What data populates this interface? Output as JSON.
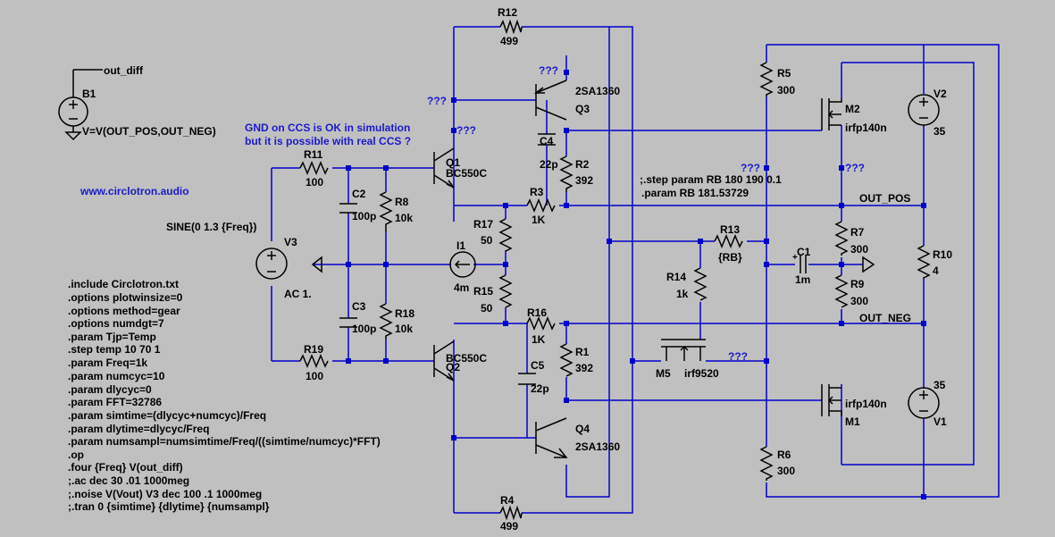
{
  "components": {
    "R12": {
      "name": "R12",
      "value": "499"
    },
    "R4": {
      "name": "R4",
      "value": "499"
    },
    "R11": {
      "name": "R11",
      "value": "100"
    },
    "R19": {
      "name": "R19",
      "value": "100"
    },
    "R8": {
      "name": "R8",
      "value": "10k"
    },
    "R18": {
      "name": "R18",
      "value": "10k"
    },
    "R17": {
      "name": "R17",
      "value": "50"
    },
    "R15": {
      "name": "R15",
      "value": "50"
    },
    "R3": {
      "name": "R3",
      "value": "1K"
    },
    "R16": {
      "name": "R16",
      "value": "1K"
    },
    "R2": {
      "name": "R2",
      "value": "392"
    },
    "R1": {
      "name": "R1",
      "value": "392"
    },
    "R13": {
      "name": "R13",
      "value": "{RB}"
    },
    "R14": {
      "name": "R14",
      "value": "1k"
    },
    "R5": {
      "name": "R5",
      "value": "300"
    },
    "R6": {
      "name": "R6",
      "value": "300"
    },
    "R7": {
      "name": "R7",
      "value": "300"
    },
    "R9": {
      "name": "R9",
      "value": "300"
    },
    "R10": {
      "name": "R10",
      "value": "4"
    },
    "C2": {
      "name": "C2",
      "value": "100p"
    },
    "C3": {
      "name": "C3",
      "value": "100p"
    },
    "C4": {
      "name": "C4",
      "value": "22p"
    },
    "C5": {
      "name": "C5",
      "value": "22p"
    },
    "C1": {
      "name": "C1",
      "value": "1m"
    },
    "Q1": {
      "name": "Q1",
      "model": "BC550C"
    },
    "Q2": {
      "name": "Q2",
      "model": "BC550C"
    },
    "Q3": {
      "name": "Q3",
      "model": "2SA1360"
    },
    "Q4": {
      "name": "Q4",
      "model": "2SA1360"
    },
    "M1": {
      "name": "M1",
      "model": "irfp140n"
    },
    "M2": {
      "name": "M2",
      "model": "irfp140n"
    },
    "M5": {
      "name": "M5",
      "model": "irf9520"
    },
    "V1": {
      "name": "V1",
      "value": "35"
    },
    "V2": {
      "name": "V2",
      "value": "35"
    },
    "V3": {
      "name": "V3",
      "value": "SINE(0 1.3 {Freq})",
      "ac": "AC 1."
    },
    "I1": {
      "name": "I1",
      "value": "4m"
    },
    "B1": {
      "name": "B1",
      "value": "V=V(OUT_POS,OUT_NEG)"
    }
  },
  "nets": {
    "out_diff": "out_diff",
    "out_pos": "OUT_POS",
    "out_neg": "OUT_NEG",
    "unknown": "???"
  },
  "notes": {
    "gnd_line1": "GND on CCS is OK in simulation",
    "gnd_line2": "but it is possible with real CCS ?",
    "website": "www.circlotron.audio",
    "step_line1": ";.step param RB 180 190 0.1",
    "step_line2": ".param RB 181.53729"
  },
  "directives": [
    ".include Circlotron.txt",
    ".options plotwinsize=0",
    ".options method=gear",
    ".options numdgt=7",
    ".param Tjp=Temp",
    ".step temp 10 70 1",
    ".param Freq=1k",
    ".param numcyc=10",
    ".param dlycyc=0",
    ".param FFT=32786",
    ".param simtime=(dlycyc+numcyc)/Freq",
    ".param dlytime=dlycyc/Freq",
    ".param numsampl=numsimtime/Freq/((simtime/numcyc)*FFT)",
    ".op",
    ".four {Freq} V(out_diff)",
    ";.ac dec 30 .01 1000meg",
    ";.noise V(Vout) V3 dec 100 .1 1000meg",
    ";.tran 0 {simtime} {dlytime} {numsampl}"
  ],
  "colors": {
    "background": "#c0c0c0",
    "wire": "#0000cc",
    "annotation": "#1a1acc"
  }
}
